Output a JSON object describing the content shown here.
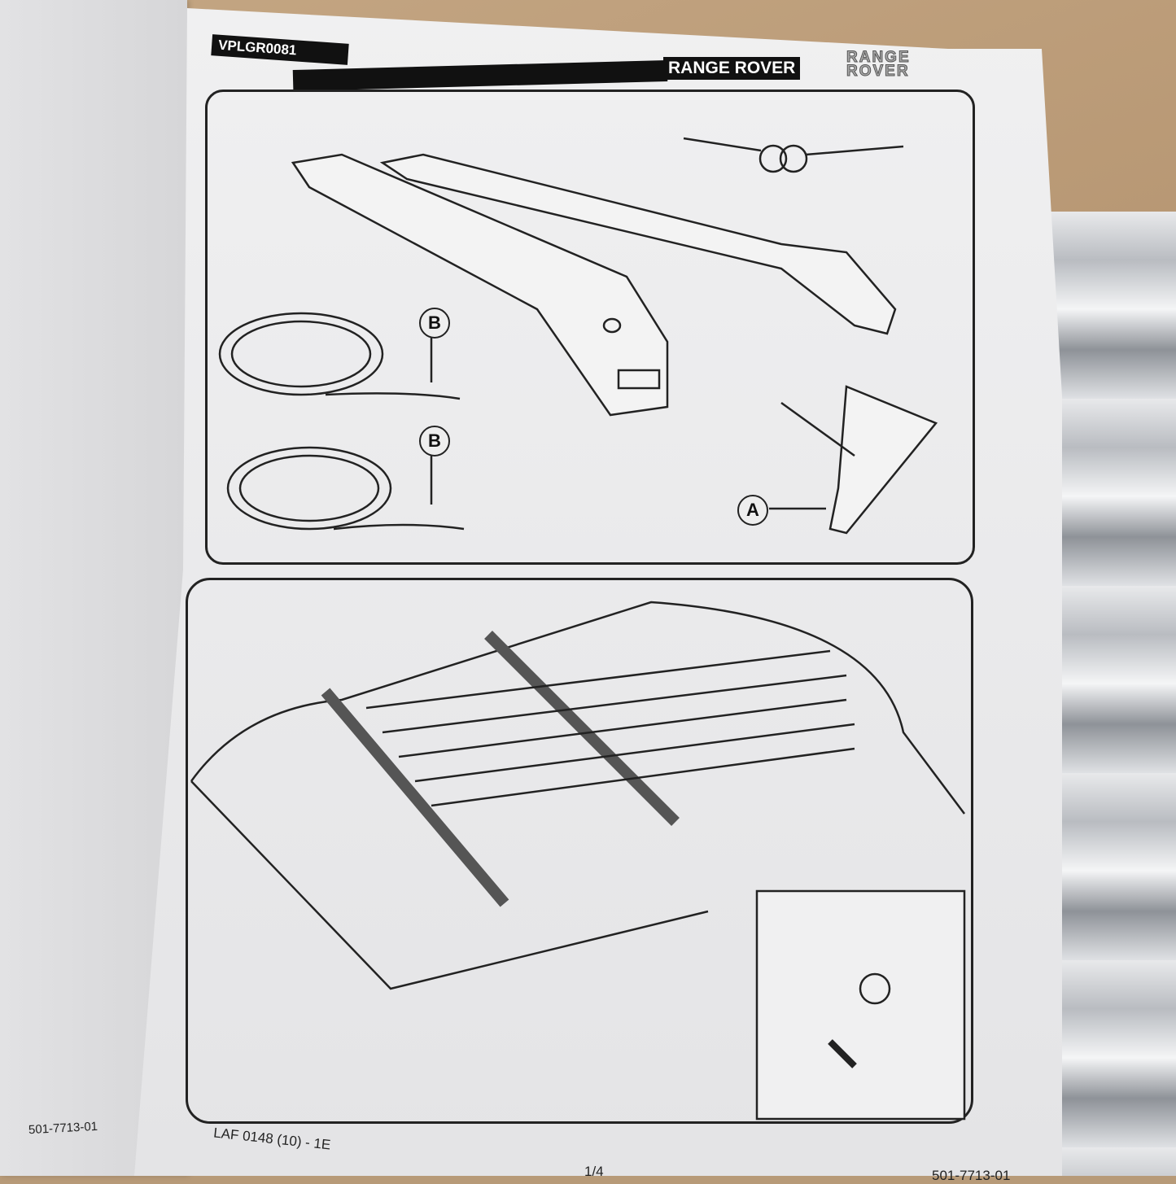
{
  "header": {
    "doc_code": "VPLGR0081",
    "brand_text": "RANGE ROVER",
    "brand_logo": "RANGE ROVER"
  },
  "callouts": {
    "a": "A",
    "b1": "B",
    "b2": "B"
  },
  "footer": {
    "left_page_code": "501-7713-01",
    "doc_ref": "LAF 0148 (10) - 1E",
    "page": "1/4",
    "right_code": "501-7713-01"
  }
}
